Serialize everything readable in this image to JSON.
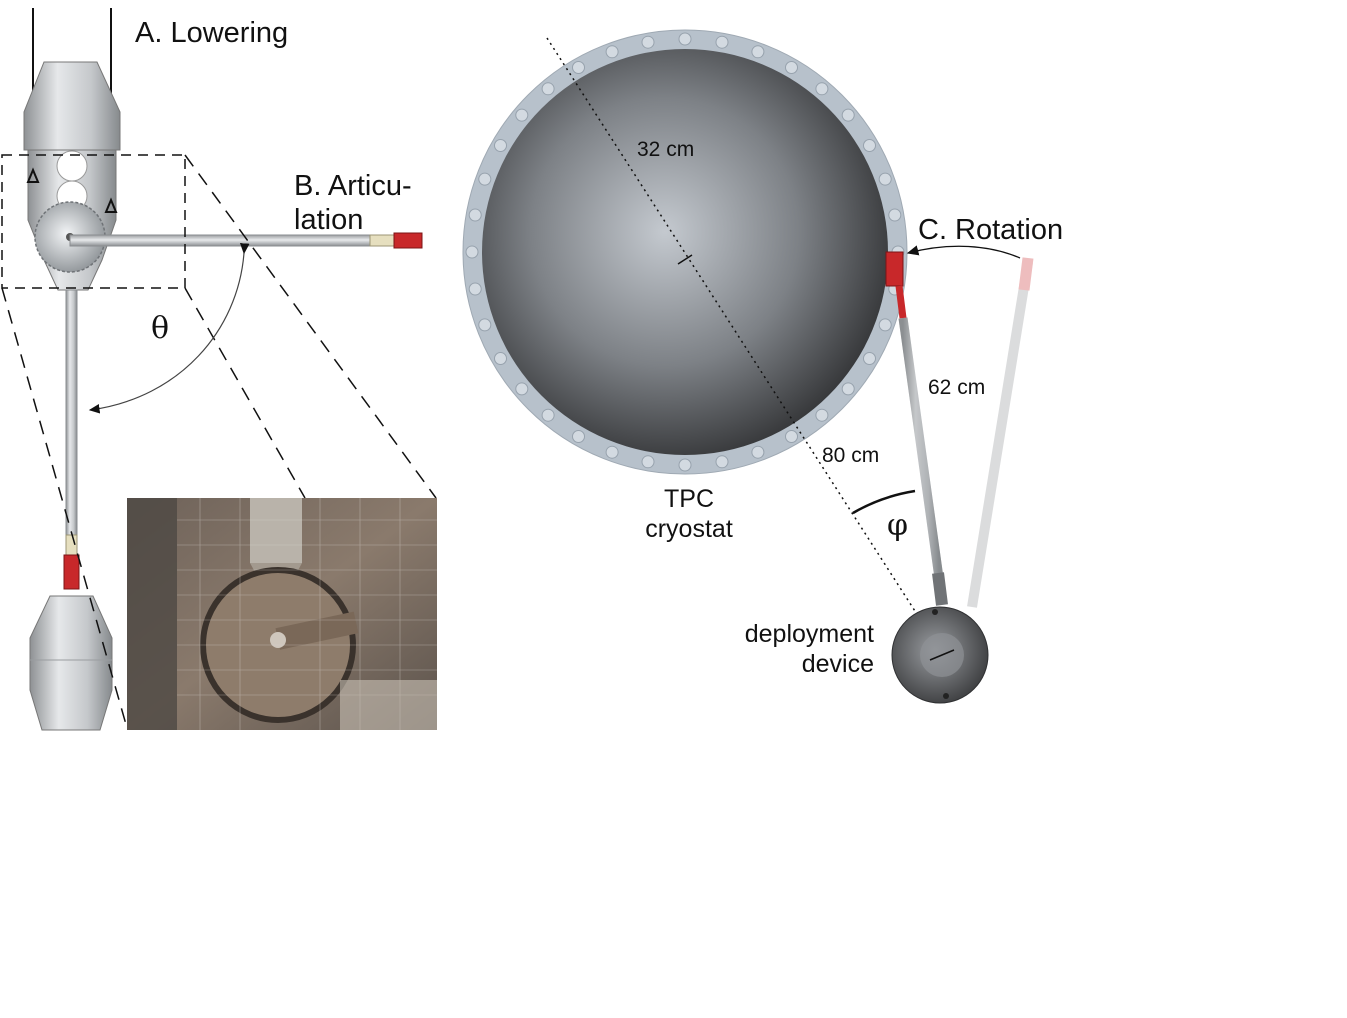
{
  "labels": {
    "lowering": "A. Lowering",
    "articulation_line1": "B. Articu-",
    "articulation_line2": "lation",
    "rotation": "C. Rotation",
    "theta": "θ",
    "phi": "φ",
    "dim_32": "32 cm",
    "dim_62": "62 cm",
    "dim_80": "80 cm",
    "tpc_line1": "TPC",
    "tpc_line2": "cryostat",
    "device_line1": "deployment",
    "device_line2": "device"
  },
  "colors": {
    "accent_red": "#c8282a",
    "steel": "#b9bcbf",
    "flange": "#b7c1cb",
    "vessel_dark": "#3a3a3a"
  }
}
